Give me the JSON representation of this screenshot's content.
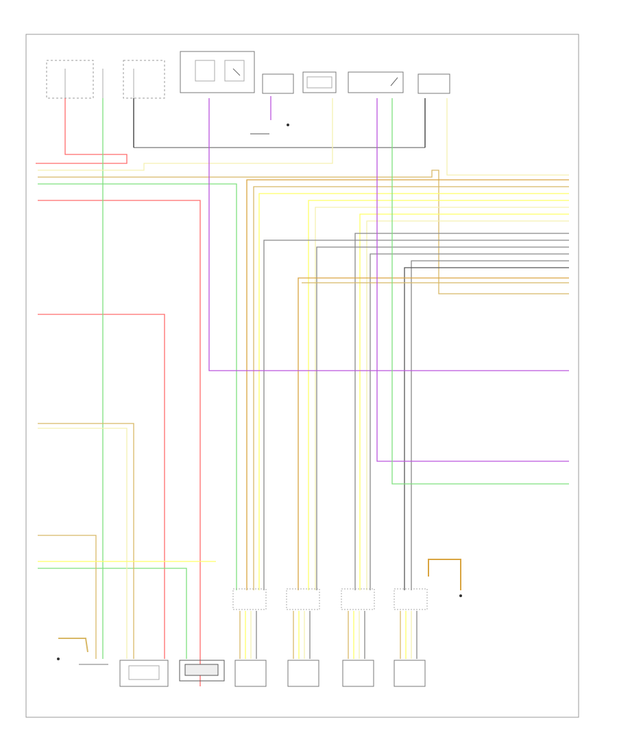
{
  "diagram_code": "",
  "ground_label": "",
  "colors": {
    "red": "#ff6b6b",
    "green": "#7ee07e",
    "yellow": "#ffff66",
    "tan": "#d8b866",
    "orange_tan": "#d9a440",
    "violet": "#bb55dd",
    "grey": "#888888",
    "dark_grey": "#555555",
    "light_yellow": "#f5f0b0",
    "black": "#333333"
  },
  "top_components": [
    {
      "id": "fuel-tank-sender",
      "label": ""
    },
    {
      "id": "hvac-sensor-group",
      "label": ""
    },
    {
      "id": "fuse-relay-box",
      "label": ""
    },
    {
      "id": "resistor-unit",
      "label": ""
    },
    {
      "id": "left-sensor-module",
      "label": ""
    },
    {
      "id": "center-switch-module",
      "label": ""
    },
    {
      "id": "right-sensor-module",
      "label": ""
    }
  ],
  "bottom_components": [
    {
      "id": "lower-left-unit",
      "label": ""
    },
    {
      "id": "throttle-body-module",
      "label": ""
    },
    {
      "id": "control-module",
      "label": ""
    },
    {
      "id": "injector-bank-1",
      "label": ""
    },
    {
      "id": "injector-bank-2",
      "label": ""
    },
    {
      "id": "injector-bank-3",
      "label": ""
    },
    {
      "id": "injector-bank-4",
      "label": ""
    }
  ]
}
